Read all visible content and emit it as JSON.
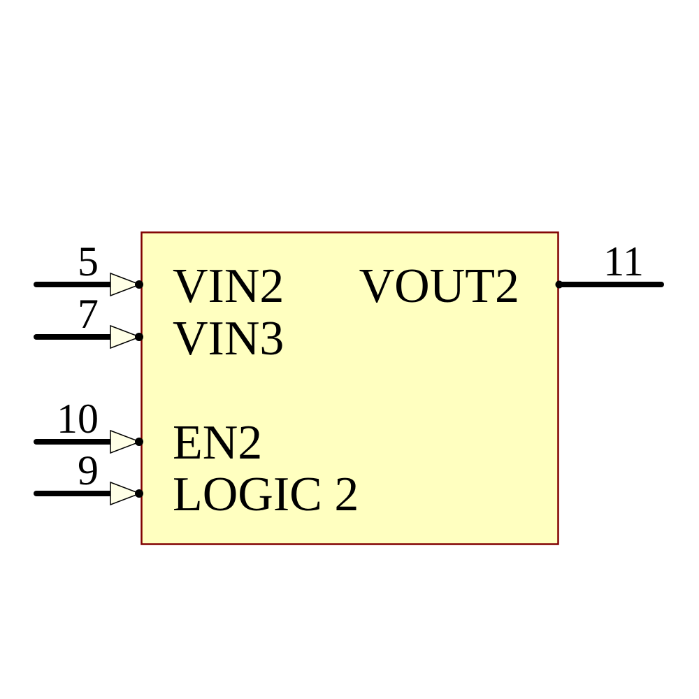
{
  "schematic": {
    "component": {
      "left_pins": [
        {
          "number": "5",
          "label": "VIN2"
        },
        {
          "number": "7",
          "label": "VIN3"
        },
        {
          "number": "10",
          "label": "EN2"
        },
        {
          "number": "9",
          "label": "LOGIC 2"
        }
      ],
      "right_pins": [
        {
          "number": "11",
          "label": "VOUT2"
        }
      ]
    },
    "colors": {
      "background": "#FFFFFF",
      "body_fill": "#FFFFC0",
      "body_border": "#800000",
      "pin_line": "#000000",
      "pin_arrow_fill": "#FFFFE6",
      "pin_arrow_stroke": "#000000",
      "text": "#000000"
    }
  }
}
